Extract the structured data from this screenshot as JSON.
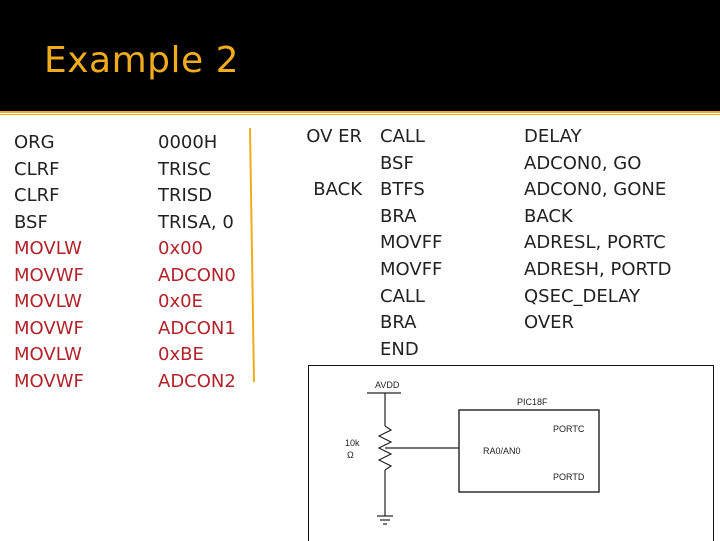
{
  "slide": {
    "title": "Example 2",
    "colors": {
      "background": "#000000",
      "title": "#f0ac1c",
      "highlight": "#b2232a",
      "text": "#222222"
    }
  },
  "code_left": [
    {
      "opcode": "ORG",
      "operand": "0000H",
      "highlight": false
    },
    {
      "opcode": "CLRF",
      "operand": "TRISC",
      "highlight": false
    },
    {
      "opcode": "CLRF",
      "operand": "TRISD",
      "highlight": false
    },
    {
      "opcode": "BSF",
      "operand": "TRISA, 0",
      "highlight": false
    },
    {
      "opcode": "MOVLW",
      "operand": "0x00",
      "highlight": true
    },
    {
      "opcode": "MOVWF",
      "operand": "ADCON0",
      "highlight": true
    },
    {
      "opcode": "MOVLW",
      "operand": "0x0E",
      "highlight": true
    },
    {
      "opcode": "MOVWF",
      "operand": "ADCON1",
      "highlight": true
    },
    {
      "opcode": "MOVLW",
      "operand": "0xBE",
      "highlight": true
    },
    {
      "opcode": "MOVWF",
      "operand": "ADCON2",
      "highlight": true
    }
  ],
  "code_right": [
    {
      "label": "OV ER",
      "opcode": "CALL",
      "operand": "DELAY"
    },
    {
      "label": "",
      "opcode": "BSF",
      "operand": "ADCON0, GO"
    },
    {
      "label": "BACK",
      "opcode": "BTFS",
      "operand": "ADCON0, GONE"
    },
    {
      "label": "",
      "opcode": "BRA",
      "operand": "BACK"
    },
    {
      "label": "",
      "opcode": "MOVFF",
      "operand": "ADRESL, PORTC"
    },
    {
      "label": "",
      "opcode": "MOVFF",
      "operand": "ADRESH, PORTD"
    },
    {
      "label": "",
      "opcode": "CALL",
      "operand": "QSEC_DELAY"
    },
    {
      "label": "",
      "opcode": "BRA",
      "operand": "OVER"
    },
    {
      "label": "",
      "opcode": "END",
      "operand": ""
    }
  ],
  "circuit": {
    "supply_label": "AVDD",
    "pot_label_value": "10k",
    "pot_label_unit": "Ω",
    "chip_label": "PIC18F",
    "portc_label": "PORTC",
    "input_label": "RA0/AN0",
    "portd_label": "PORTD"
  }
}
